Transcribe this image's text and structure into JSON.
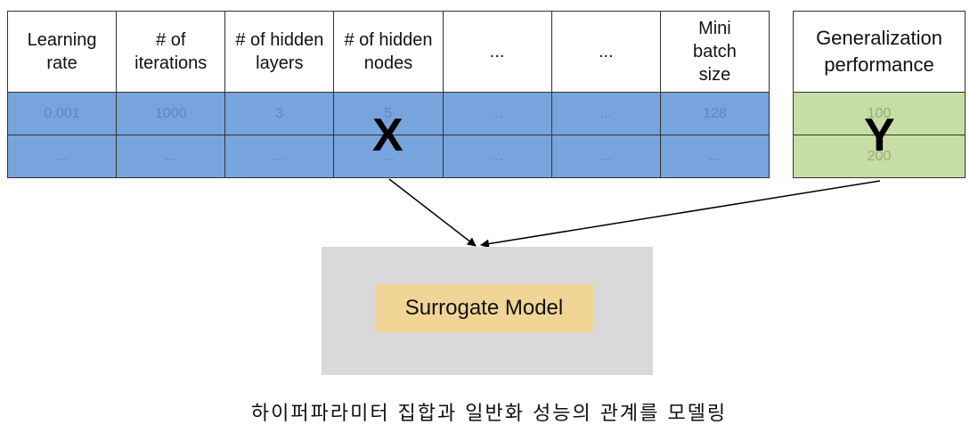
{
  "x_table": {
    "headers": [
      [
        "Learning",
        "rate"
      ],
      [
        "# of",
        "iterations"
      ],
      [
        "# of hidden",
        "layers"
      ],
      [
        "# of hidden",
        "nodes"
      ],
      [
        "..."
      ],
      [
        "..."
      ],
      [
        "Mini",
        "batch",
        "size"
      ]
    ],
    "rows": [
      [
        "0.001",
        "1000",
        "3",
        "5",
        "...",
        "...",
        "128"
      ],
      [
        "...",
        "...",
        "...",
        "...",
        "...",
        "...",
        "..."
      ]
    ],
    "label": "X"
  },
  "y_table": {
    "header": [
      "Generalization",
      "performance"
    ],
    "rows": [
      "100",
      "200"
    ],
    "label": "Y"
  },
  "model_label": "Surrogate Model",
  "caption": "하이퍼파라미터 집합과 일반화 성능의 관계를 모델링",
  "colors": {
    "x_fill": "#77a4dd",
    "y_fill": "#c6dea6",
    "model_box": "#d9d9d9",
    "model_label_fill": "#f0d596"
  }
}
